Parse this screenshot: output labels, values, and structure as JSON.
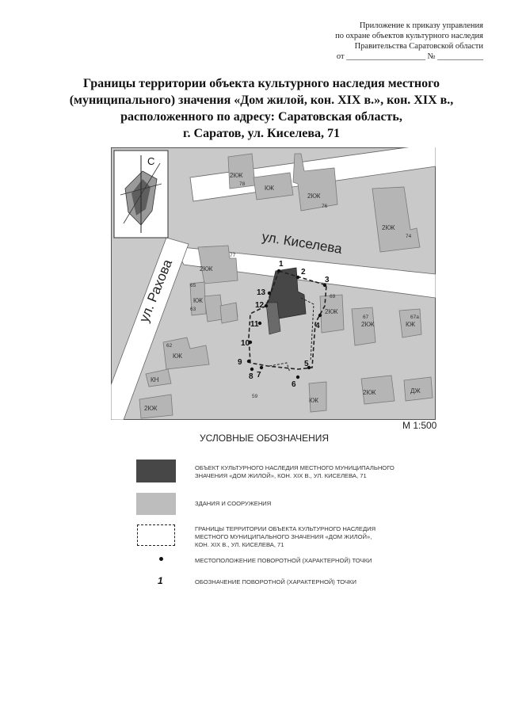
{
  "header": {
    "lines": [
      "Приложение к приказу управления",
      "по охране объектов культурного наследия",
      "Правительства Саратовской области",
      "от ___________________ № ___________"
    ]
  },
  "title": {
    "lines": [
      "Границы территории объекта культурного наследия местного",
      "(муниципального) значения «Дом жилой, кон. XIX в.», кон. XIX в.,",
      "расположенного по адресу: Саратовская область,",
      "г. Саратов, ул. Киселева, 71"
    ]
  },
  "map": {
    "north_label": "С",
    "streets": [
      "ул. Киселева",
      "ул. Рахова"
    ],
    "building_labels": [
      "2КЖ",
      "КЖ",
      "2КЖ",
      "2КЖ",
      "2КЖ",
      "КЖ",
      "2КЖ",
      "2КЖ",
      "КЖ",
      "КЖ",
      "2КЖ",
      "ДЖ",
      "КН",
      "2КЖ",
      "КЖ"
    ],
    "house_numbers": [
      "78",
      "76",
      "74",
      "77",
      "69",
      "67",
      "67а",
      "65",
      "63",
      "62",
      "59"
    ],
    "points": [
      "1",
      "2",
      "3",
      "4",
      "5",
      "6",
      "7",
      "8",
      "9",
      "10",
      "11",
      "12",
      "13"
    ],
    "colors": {
      "heritage": "#474747",
      "buildings": "#bdbdbd",
      "roads": "#ffffff",
      "boundary": "#222222"
    }
  },
  "scale": {
    "label": "М 1:500"
  },
  "legend": {
    "title": "УСЛОВНЫЕ ОБОЗНАЧЕНИЯ",
    "heritage": [
      "ОБЪЕКТ КУЛЬТУРНОГО НАСЛЕДИЯ МЕСТНОГО МУНИЦИПАЛЬНОГО",
      "ЗНАЧЕНИЯ «ДОМ ЖИЛОЙ», КОН. XIX В., УЛ. КИСЕЛЕВА, 71"
    ],
    "buildings": "ЗДАНИЯ И СООРУЖЕНИЯ",
    "boundary": [
      "ГРАНИЦЫ ТЕРРИТОРИИ ОБЪЕКТА КУЛЬТУРНОГО НАСЛЕДИЯ",
      "МЕСТНОГО МУНИЦИПАЛЬНОГО ЗНАЧЕНИЯ «ДОМ ЖИЛОЙ»,",
      "КОН. XIX В., УЛ. КИСЕЛЕВА, 71"
    ],
    "point_location": "МЕСТОПОЛОЖЕНИЕ ПОВОРОТНОЙ (ХАРАКТЕРНОЙ) ТОЧКИ",
    "point_designation": "ОБОЗНАЧЕНИЕ ПОВОРОТНОЙ (ХАРАКТЕРНОЙ) ТОЧКИ",
    "point_example": "1"
  }
}
